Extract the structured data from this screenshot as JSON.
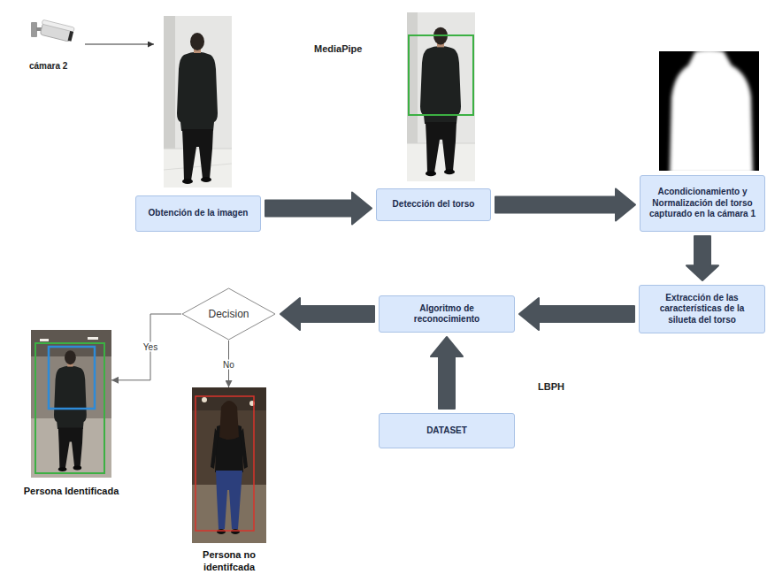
{
  "diagram": {
    "nodes": [
      {
        "text": [
          "Obtención de la imagen"
        ]
      },
      {
        "text": [
          "Detección del torso"
        ]
      },
      {
        "text": [
          "Acondicionamiento y Normalización del torso capturado en la cámara 1"
        ]
      },
      {
        "text": [
          "Extracción de las características de la silueta del torso"
        ]
      },
      {
        "text": [
          "Algoritmo de reconocimiento"
        ]
      },
      {
        "text": [
          "DATASET"
        ]
      },
      {
        "text": [
          "Decision"
        ]
      },
      {
        "text": [
          "Persona Identificada"
        ]
      },
      {
        "text": [
          "Persona no identifcada"
        ]
      }
    ],
    "edges": [
      {
        "from": 0,
        "to": 1,
        "arrow": "to"
      },
      {
        "from": 1,
        "to": 2,
        "arrow": "to"
      },
      {
        "from": 2,
        "to": 3,
        "arrow": "to"
      },
      {
        "from": 3,
        "to": 4,
        "arrow": "to"
      },
      {
        "from": 5,
        "to": 4,
        "arrow": "to"
      },
      {
        "from": 4,
        "to": 6,
        "arrow": "to"
      },
      {
        "from": 6,
        "to": 7,
        "label": "Yes",
        "arrow": "to"
      },
      {
        "from": 6,
        "to": 8,
        "label": "No",
        "arrow": "to"
      }
    ],
    "labels": [
      "cámara 2",
      "MediaPipe",
      "LBPH"
    ]
  }
}
